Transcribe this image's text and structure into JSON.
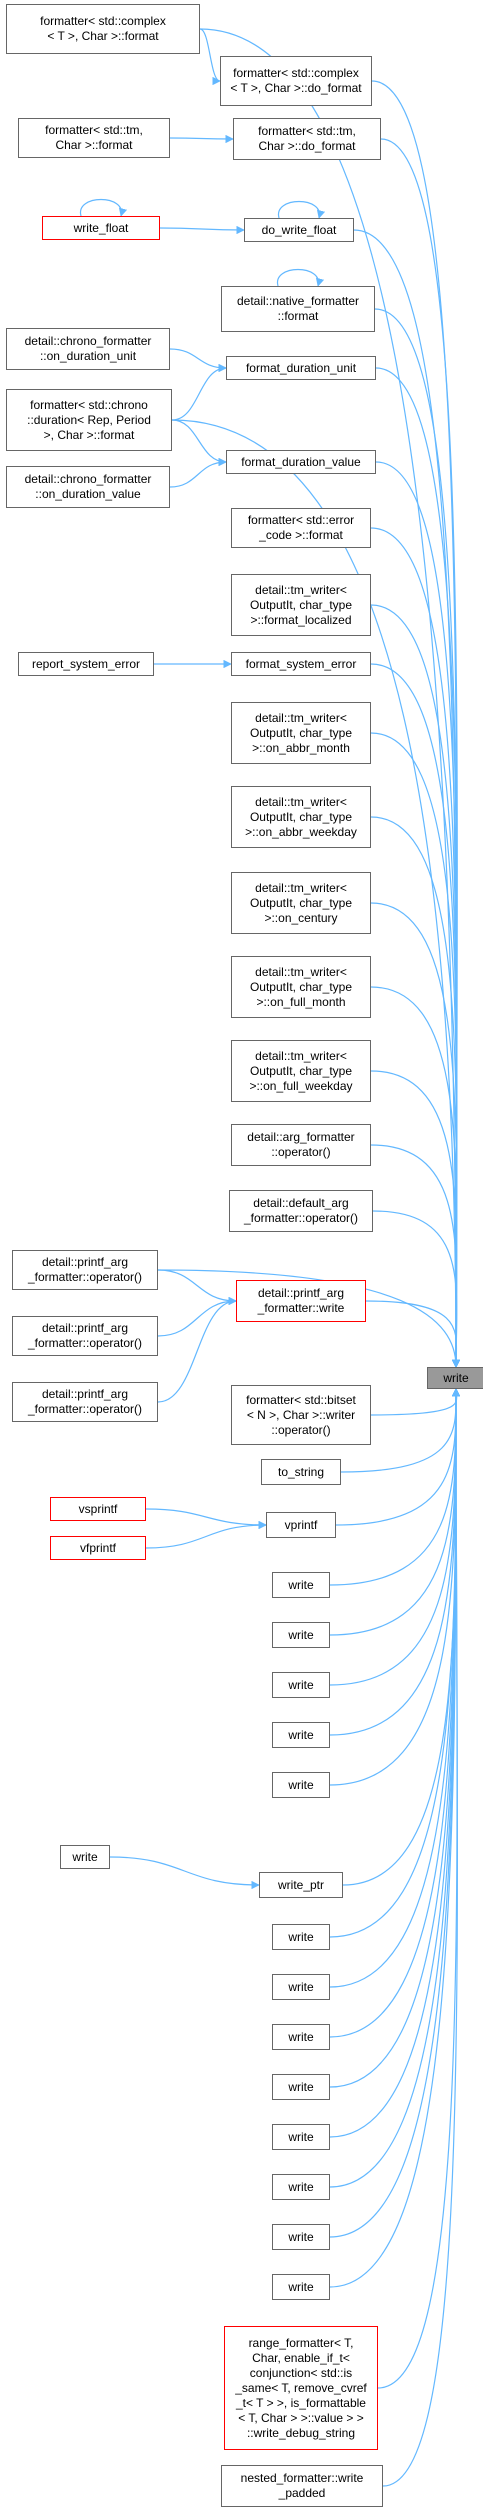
{
  "colors": {
    "edge": "#63b8ff",
    "border": "#666666",
    "highlight_border": "#ff0000",
    "root_fill": "#999999"
  },
  "root": {
    "label": "write"
  },
  "nodes": [
    {
      "id": "n1",
      "label": "formatter< std::complex\n< T >, Char >::format"
    },
    {
      "id": "n2",
      "label": "formatter< std::complex\n< T >, Char >::do_format"
    },
    {
      "id": "n3",
      "label": "formatter< std::tm,\nChar >::format"
    },
    {
      "id": "n4",
      "label": "formatter< std::tm,\nChar >::do_format"
    },
    {
      "id": "n5",
      "label": "write_float",
      "highlight": true
    },
    {
      "id": "n6",
      "label": "do_write_float"
    },
    {
      "id": "n7",
      "label": "detail::native_formatter\n::format"
    },
    {
      "id": "n8",
      "label": "detail::chrono_formatter\n::on_duration_unit"
    },
    {
      "id": "n9",
      "label": "format_duration_unit"
    },
    {
      "id": "n10",
      "label": "formatter< std::chrono\n::duration< Rep, Period\n>, Char >::format"
    },
    {
      "id": "n11",
      "label": "detail::chrono_formatter\n::on_duration_value"
    },
    {
      "id": "n12",
      "label": "format_duration_value"
    },
    {
      "id": "n13",
      "label": "formatter< std::error\n_code >::format"
    },
    {
      "id": "n14",
      "label": "detail::tm_writer<\nOutputIt, char_type\n>::format_localized"
    },
    {
      "id": "n15",
      "label": "report_system_error"
    },
    {
      "id": "n16",
      "label": "format_system_error"
    },
    {
      "id": "n17",
      "label": "detail::tm_writer<\nOutputIt, char_type\n>::on_abbr_month"
    },
    {
      "id": "n18",
      "label": "detail::tm_writer<\nOutputIt, char_type\n>::on_abbr_weekday"
    },
    {
      "id": "n19",
      "label": "detail::tm_writer<\nOutputIt, char_type\n>::on_century"
    },
    {
      "id": "n20",
      "label": "detail::tm_writer<\nOutputIt, char_type\n>::on_full_month"
    },
    {
      "id": "n21",
      "label": "detail::tm_writer<\nOutputIt, char_type\n>::on_full_weekday"
    },
    {
      "id": "n22",
      "label": "detail::arg_formatter\n::operator()"
    },
    {
      "id": "n23",
      "label": "detail::default_arg\n_formatter::operator()"
    },
    {
      "id": "n24",
      "label": "detail::printf_arg\n_formatter::operator()"
    },
    {
      "id": "n25",
      "label": "detail::printf_arg\n_formatter::write",
      "highlight": true
    },
    {
      "id": "n26",
      "label": "detail::printf_arg\n_formatter::operator()"
    },
    {
      "id": "n27",
      "label": "detail::printf_arg\n_formatter::operator()"
    },
    {
      "id": "n28",
      "label": "formatter< std::bitset\n< N >, Char >::writer\n::operator()"
    },
    {
      "id": "n29",
      "label": "to_string"
    },
    {
      "id": "n30",
      "label": "vsprintf",
      "highlight": true
    },
    {
      "id": "n31",
      "label": "vprintf"
    },
    {
      "id": "n32",
      "label": "vfprintf",
      "highlight": true
    },
    {
      "id": "n33",
      "label": "write"
    },
    {
      "id": "n34",
      "label": "write"
    },
    {
      "id": "n35",
      "label": "write"
    },
    {
      "id": "n36",
      "label": "write"
    },
    {
      "id": "n37",
      "label": "write"
    },
    {
      "id": "n38",
      "label": "write"
    },
    {
      "id": "n39",
      "label": "write_ptr"
    },
    {
      "id": "n40",
      "label": "write"
    },
    {
      "id": "n41",
      "label": "write"
    },
    {
      "id": "n42",
      "label": "write"
    },
    {
      "id": "n43",
      "label": "write"
    },
    {
      "id": "n44",
      "label": "write"
    },
    {
      "id": "n45",
      "label": "write"
    },
    {
      "id": "n46",
      "label": "write"
    },
    {
      "id": "n47",
      "label": "write"
    },
    {
      "id": "n48",
      "label": "range_formatter< T,\nChar, enable_if_t<\nconjunction< std::is\n_same< T, remove_cvref\n_t< T > >, is_formattable\n< T, Char > >::value > >\n::write_debug_string",
      "highlight": true
    },
    {
      "id": "n49",
      "label": "nested_formatter::write\n_padded"
    }
  ],
  "edges": [
    [
      "n1",
      "n2"
    ],
    [
      "n3",
      "n4"
    ],
    [
      "n5",
      "n6"
    ],
    [
      "n5",
      "n5"
    ],
    [
      "n6",
      "n6"
    ],
    [
      "n7",
      "n7"
    ],
    [
      "n8",
      "n9"
    ],
    [
      "n10",
      "n9"
    ],
    [
      "n10",
      "n12"
    ],
    [
      "n11",
      "n12"
    ],
    [
      "n15",
      "n16"
    ],
    [
      "n24",
      "n25"
    ],
    [
      "n26",
      "n25"
    ],
    [
      "n27",
      "n25"
    ],
    [
      "n30",
      "n31"
    ],
    [
      "n32",
      "n31"
    ],
    [
      "n38",
      "n39"
    ],
    [
      "n1",
      "root"
    ],
    [
      "n2",
      "root"
    ],
    [
      "n4",
      "root"
    ],
    [
      "n6",
      "root"
    ],
    [
      "n7",
      "root"
    ],
    [
      "n9",
      "root"
    ],
    [
      "n10",
      "root"
    ],
    [
      "n12",
      "root"
    ],
    [
      "n13",
      "root"
    ],
    [
      "n14",
      "root"
    ],
    [
      "n16",
      "root"
    ],
    [
      "n17",
      "root"
    ],
    [
      "n18",
      "root"
    ],
    [
      "n19",
      "root"
    ],
    [
      "n20",
      "root"
    ],
    [
      "n21",
      "root"
    ],
    [
      "n22",
      "root"
    ],
    [
      "n23",
      "root"
    ],
    [
      "n24",
      "root"
    ],
    [
      "n25",
      "root"
    ],
    [
      "n28",
      "root"
    ],
    [
      "n29",
      "root"
    ],
    [
      "n31",
      "root"
    ],
    [
      "n33",
      "root"
    ],
    [
      "n34",
      "root"
    ],
    [
      "n35",
      "root"
    ],
    [
      "n36",
      "root"
    ],
    [
      "n37",
      "root"
    ],
    [
      "n39",
      "root"
    ],
    [
      "n40",
      "root"
    ],
    [
      "n41",
      "root"
    ],
    [
      "n42",
      "root"
    ],
    [
      "n43",
      "root"
    ],
    [
      "n44",
      "root"
    ],
    [
      "n45",
      "root"
    ],
    [
      "n46",
      "root"
    ],
    [
      "n47",
      "root"
    ],
    [
      "n48",
      "root"
    ],
    [
      "n49",
      "root"
    ]
  ]
}
